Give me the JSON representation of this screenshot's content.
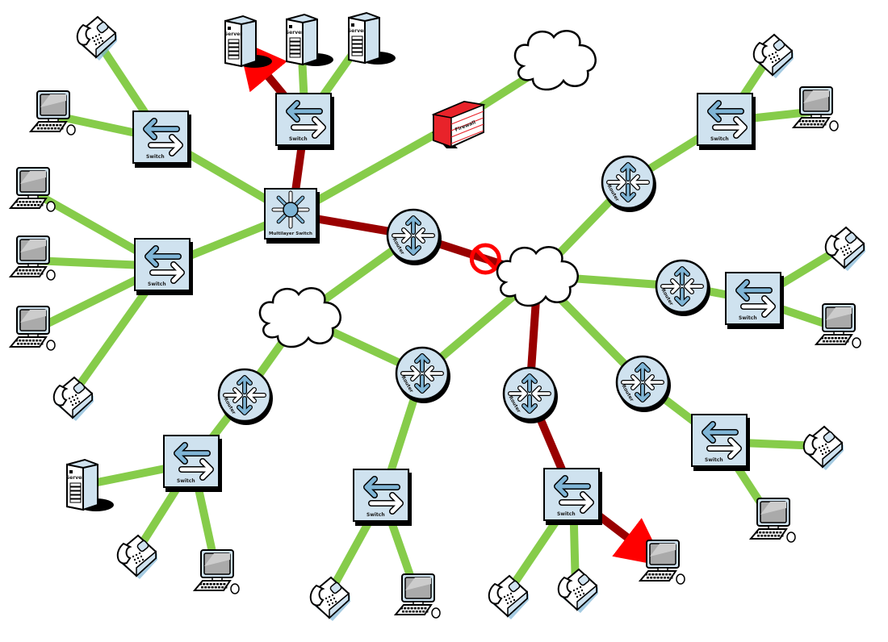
{
  "labels": {
    "switch": "Switch",
    "router": "Router",
    "multilayer_switch": "Multilayer Switch",
    "server": "Server",
    "firewall": "Firewall"
  },
  "colors": {
    "link_normal": "#86cc4a",
    "link_active": "#990000",
    "arrow_head": "#ff0000",
    "blocked_symbol": "#ff0000",
    "device_fill": "#cfe2ef",
    "device_accent": "#7fb5d6",
    "firewall_brick": "#e8232a"
  },
  "nodes": [
    {
      "id": "mls",
      "type": "multilayer_switch"
    },
    {
      "id": "sw_top",
      "type": "switch"
    },
    {
      "id": "sw_tl",
      "type": "switch"
    },
    {
      "id": "sw_l",
      "type": "switch"
    },
    {
      "id": "srv1",
      "type": "server"
    },
    {
      "id": "srv2",
      "type": "server"
    },
    {
      "id": "srv3",
      "type": "server"
    },
    {
      "id": "fw",
      "type": "firewall"
    },
    {
      "id": "cloud_top",
      "type": "cloud"
    },
    {
      "id": "r_center",
      "type": "router"
    },
    {
      "id": "cloud_center",
      "type": "cloud"
    },
    {
      "id": "cloud_left",
      "type": "cloud"
    },
    {
      "id": "r_tr",
      "type": "router"
    },
    {
      "id": "sw_tr",
      "type": "switch"
    },
    {
      "id": "r_right",
      "type": "router"
    },
    {
      "id": "sw_right",
      "type": "switch"
    },
    {
      "id": "r_mid",
      "type": "router"
    },
    {
      "id": "sw_mid",
      "type": "switch"
    },
    {
      "id": "r_ll",
      "type": "router"
    },
    {
      "id": "sw_ll",
      "type": "switch"
    },
    {
      "id": "r_bm",
      "type": "router"
    },
    {
      "id": "sw_bm",
      "type": "switch"
    },
    {
      "id": "r_br",
      "type": "router"
    },
    {
      "id": "sw_br",
      "type": "switch"
    },
    {
      "id": "srv_ll",
      "type": "server"
    },
    {
      "id": "ph_tl",
      "type": "phone"
    },
    {
      "id": "pc_tl",
      "type": "pc"
    },
    {
      "id": "pc_l1",
      "type": "pc"
    },
    {
      "id": "pc_l2",
      "type": "pc"
    },
    {
      "id": "pc_l3",
      "type": "pc"
    },
    {
      "id": "ph_l",
      "type": "phone"
    },
    {
      "id": "ph_tr",
      "type": "phone"
    },
    {
      "id": "pc_tr",
      "type": "pc"
    },
    {
      "id": "ph_r",
      "type": "phone"
    },
    {
      "id": "pc_r",
      "type": "pc"
    },
    {
      "id": "ph_br",
      "type": "phone"
    },
    {
      "id": "pc_br",
      "type": "pc"
    },
    {
      "id": "ph_ll",
      "type": "phone"
    },
    {
      "id": "pc_ll",
      "type": "pc"
    },
    {
      "id": "ph_mid",
      "type": "phone"
    },
    {
      "id": "pc_mid",
      "type": "pc"
    },
    {
      "id": "ph_bm1",
      "type": "phone"
    },
    {
      "id": "ph_bm2",
      "type": "phone"
    },
    {
      "id": "pc_bm",
      "type": "pc"
    }
  ],
  "links": [
    {
      "from": "sw_top",
      "to": "srv1",
      "status": "active",
      "arrow": "to"
    },
    {
      "from": "sw_top",
      "to": "srv2",
      "status": "normal"
    },
    {
      "from": "sw_top",
      "to": "srv3",
      "status": "normal"
    },
    {
      "from": "mls",
      "to": "sw_top",
      "status": "active"
    },
    {
      "from": "mls",
      "to": "sw_tl",
      "status": "normal"
    },
    {
      "from": "mls",
      "to": "sw_l",
      "status": "normal"
    },
    {
      "from": "mls",
      "to": "fw",
      "status": "normal"
    },
    {
      "from": "fw",
      "to": "cloud_top",
      "status": "normal"
    },
    {
      "from": "mls",
      "to": "r_center",
      "status": "active"
    },
    {
      "from": "r_center",
      "to": "cloud_center",
      "status": "active",
      "blocked": true
    },
    {
      "from": "r_center",
      "to": "cloud_left",
      "status": "normal"
    },
    {
      "from": "sw_tl",
      "to": "ph_tl",
      "status": "normal"
    },
    {
      "from": "sw_tl",
      "to": "pc_tl",
      "status": "normal"
    },
    {
      "from": "sw_l",
      "to": "pc_l1",
      "status": "normal"
    },
    {
      "from": "sw_l",
      "to": "pc_l2",
      "status": "normal"
    },
    {
      "from": "sw_l",
      "to": "pc_l3",
      "status": "normal"
    },
    {
      "from": "sw_l",
      "to": "ph_l",
      "status": "normal"
    },
    {
      "from": "cloud_center",
      "to": "r_tr",
      "status": "normal"
    },
    {
      "from": "r_tr",
      "to": "sw_tr",
      "status": "normal"
    },
    {
      "from": "sw_tr",
      "to": "ph_tr",
      "status": "normal"
    },
    {
      "from": "sw_tr",
      "to": "pc_tr",
      "status": "normal"
    },
    {
      "from": "cloud_center",
      "to": "r_right",
      "status": "normal"
    },
    {
      "from": "r_right",
      "to": "sw_right",
      "status": "normal"
    },
    {
      "from": "sw_right",
      "to": "ph_r",
      "status": "normal"
    },
    {
      "from": "sw_right",
      "to": "pc_r",
      "status": "normal"
    },
    {
      "from": "cloud_center",
      "to": "r_mid",
      "status": "normal"
    },
    {
      "from": "cloud_left",
      "to": "r_mid",
      "status": "normal"
    },
    {
      "from": "r_mid",
      "to": "sw_mid",
      "status": "normal"
    },
    {
      "from": "sw_mid",
      "to": "ph_mid",
      "status": "normal"
    },
    {
      "from": "sw_mid",
      "to": "pc_mid",
      "status": "normal"
    },
    {
      "from": "cloud_left",
      "to": "r_ll",
      "status": "normal"
    },
    {
      "from": "r_ll",
      "to": "sw_ll",
      "status": "normal"
    },
    {
      "from": "sw_ll",
      "to": "srv_ll",
      "status": "normal"
    },
    {
      "from": "sw_ll",
      "to": "ph_ll",
      "status": "normal"
    },
    {
      "from": "sw_ll",
      "to": "pc_ll",
      "status": "normal"
    },
    {
      "from": "cloud_center",
      "to": "r_bm",
      "status": "active"
    },
    {
      "from": "r_bm",
      "to": "sw_bm",
      "status": "active"
    },
    {
      "from": "sw_bm",
      "to": "ph_bm1",
      "status": "normal"
    },
    {
      "from": "sw_bm",
      "to": "ph_bm2",
      "status": "normal"
    },
    {
      "from": "sw_bm",
      "to": "pc_bm",
      "status": "active",
      "arrow": "to"
    },
    {
      "from": "cloud_center",
      "to": "r_br",
      "status": "normal"
    },
    {
      "from": "r_br",
      "to": "sw_br",
      "status": "normal"
    },
    {
      "from": "sw_br",
      "to": "ph_br",
      "status": "normal"
    },
    {
      "from": "sw_br",
      "to": "pc_br",
      "status": "normal"
    }
  ]
}
